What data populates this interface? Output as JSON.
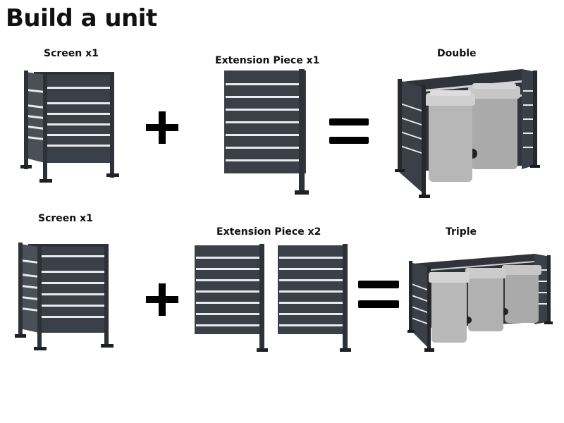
{
  "title": "Build a unit",
  "rows": [
    {
      "screen_label": "Screen x1",
      "extension_label": "Extension Piece x1",
      "result_label": "Double"
    },
    {
      "screen_label": "Screen x1",
      "extension_label": "Extension Piece x2",
      "result_label": "Triple"
    }
  ],
  "colors": {
    "frame": "#3b3f47",
    "slat_gap": "#e9eaec",
    "bin": "#b8b9b8",
    "operator": "#000000"
  }
}
